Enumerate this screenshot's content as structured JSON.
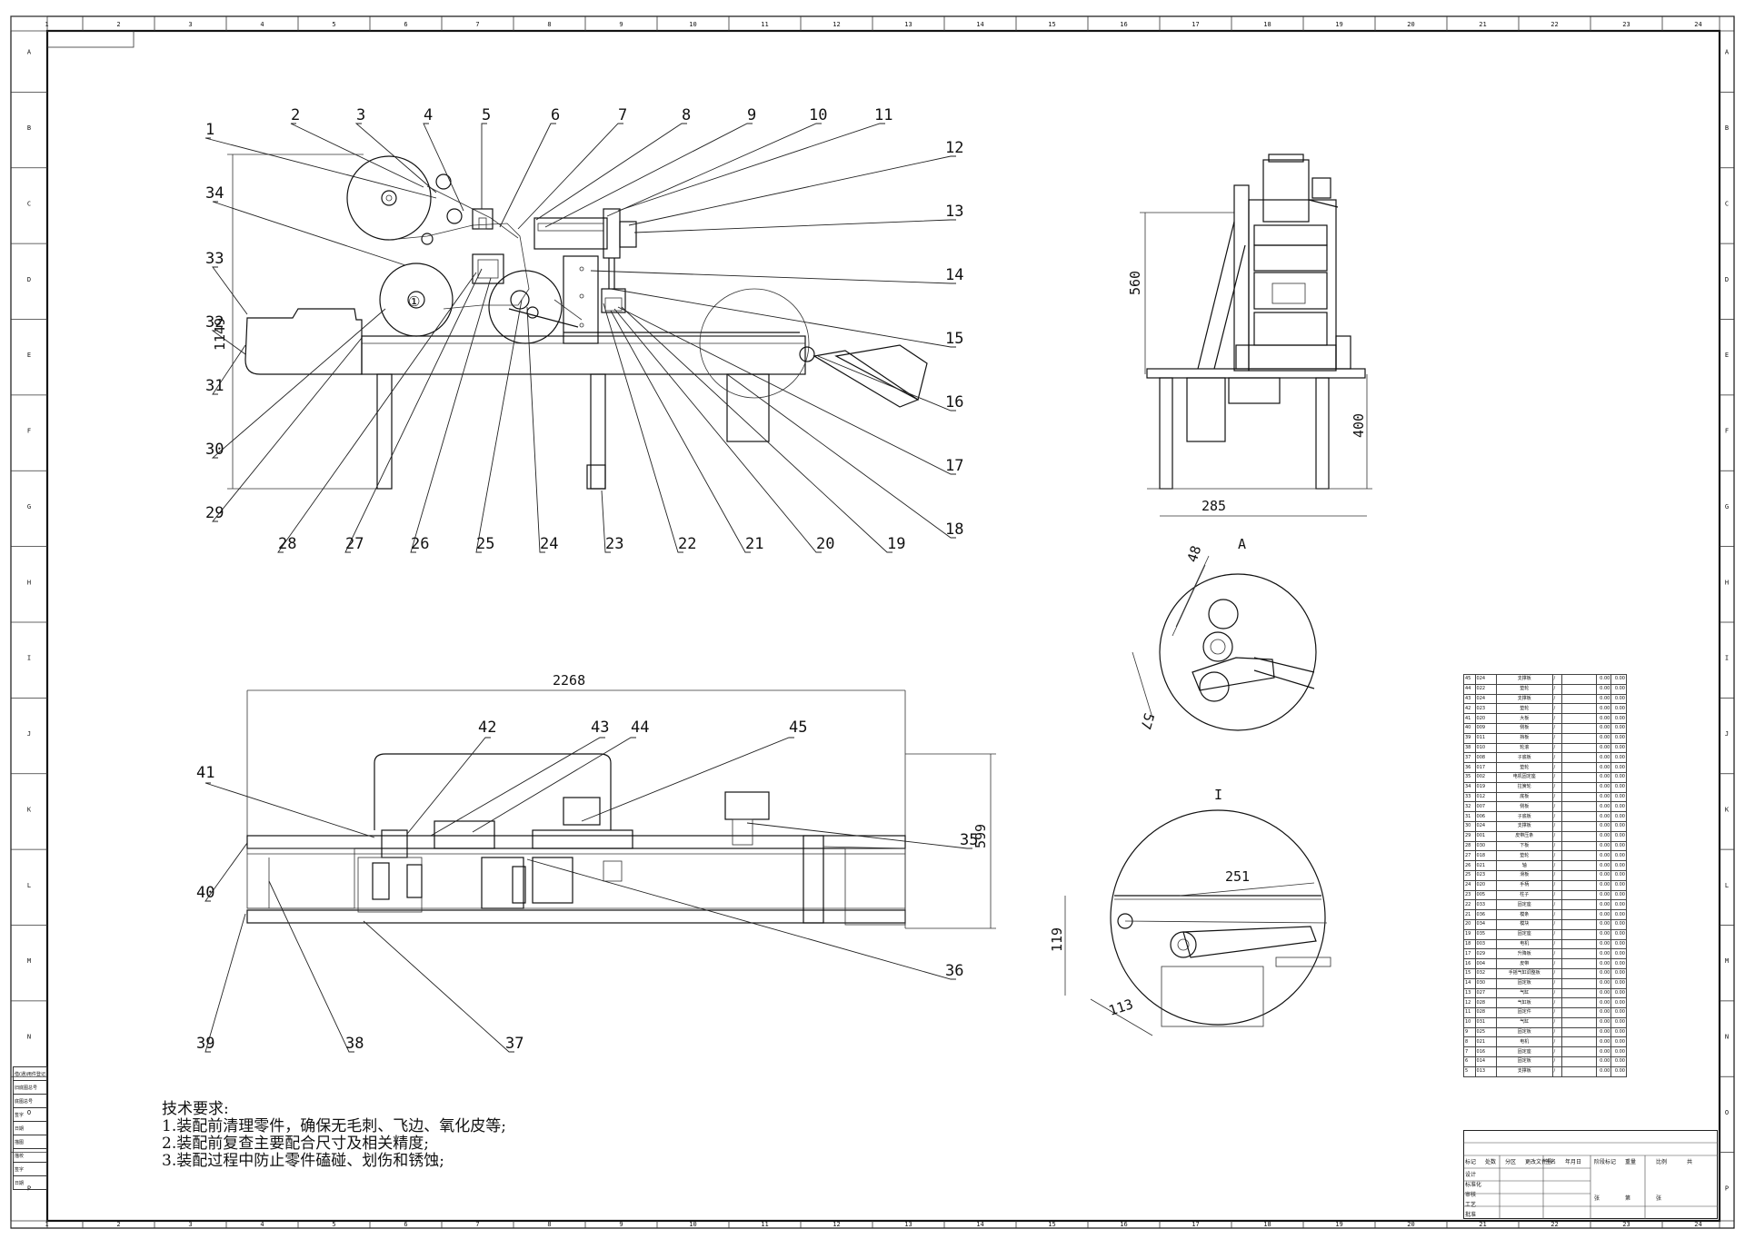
{
  "drawing": {
    "balloons": [
      "1",
      "2",
      "3",
      "4",
      "5",
      "6",
      "7",
      "8",
      "9",
      "10",
      "11",
      "12",
      "13",
      "14",
      "15",
      "16",
      "17",
      "18",
      "19",
      "20",
      "21",
      "22",
      "23",
      "24",
      "25",
      "26",
      "27",
      "28",
      "29",
      "30",
      "31",
      "32",
      "33",
      "34",
      "35",
      "36",
      "37",
      "38",
      "39",
      "40",
      "41",
      "42",
      "43",
      "44",
      "45"
    ],
    "dimensions": {
      "front_height": "1149",
      "side_height": "560",
      "side_leg": "400",
      "side_width": "285",
      "top_length": "2268",
      "top_height": "599",
      "detail_a_1": "48",
      "detail_a_2": "57",
      "detail_b_1": "251",
      "detail_b_2": "119",
      "detail_b_3": "113"
    },
    "roller_mark": "①",
    "view_labels": [
      "A",
      "I"
    ],
    "grid_top": [
      "1",
      "2",
      "3",
      "4",
      "5",
      "6",
      "7",
      "8",
      "9",
      "10",
      "11",
      "12",
      "13",
      "14",
      "15",
      "16",
      "17",
      "18",
      "19",
      "20",
      "21",
      "22",
      "23",
      "24"
    ],
    "grid_side": [
      "A",
      "B",
      "C",
      "D",
      "E",
      "F",
      "G",
      "H",
      "I",
      "J",
      "K",
      "L",
      "M",
      "N",
      "O",
      "P"
    ]
  },
  "notes": {
    "title": "技术要求:",
    "lines": [
      "1.装配前清理零件，确保无毛刺、飞边、氧化皮等;",
      "2.装配前复查主要配合尺寸及相关精度;",
      "3.装配过程中防止零件磕碰、划伤和锈蚀;"
    ]
  },
  "bom": {
    "rows": [
      [
        "45",
        "024",
        "支撑板",
        "/",
        "0.00",
        "0.00"
      ],
      [
        "44",
        "022",
        "垫轮",
        "/",
        "0.00",
        "0.00"
      ],
      [
        "43",
        "024",
        "支撑板",
        "/",
        "0.00",
        "0.00"
      ],
      [
        "42",
        "023",
        "垫轮",
        "/",
        "0.00",
        "0.00"
      ],
      [
        "41",
        "020",
        "大板",
        "/",
        "0.00",
        "0.00"
      ],
      [
        "40",
        "009",
        "侧板",
        "/",
        "0.00",
        "0.00"
      ],
      [
        "39",
        "011",
        "挡板",
        "/",
        "0.00",
        "0.00"
      ],
      [
        "38",
        "010",
        "轮滚",
        "/",
        "0.00",
        "0.00"
      ],
      [
        "37",
        "008",
        "子底板",
        "/",
        "0.00",
        "0.00"
      ],
      [
        "36",
        "017",
        "垫轮",
        "/",
        "0.00",
        "0.00"
      ],
      [
        "35",
        "002",
        "电机固定座",
        "/",
        "0.00",
        "0.00"
      ],
      [
        "34",
        "019",
        "拉簧轮",
        "/",
        "0.00",
        "0.00"
      ],
      [
        "33",
        "012",
        "底板",
        "/",
        "0.00",
        "0.00"
      ],
      [
        "32",
        "007",
        "侧板",
        "/",
        "0.00",
        "0.00"
      ],
      [
        "31",
        "006",
        "子底板",
        "/",
        "0.00",
        "0.00"
      ],
      [
        "30",
        "024",
        "支撑板",
        "/",
        "0.00",
        "0.00"
      ],
      [
        "29",
        "001",
        "皮带压条",
        "/",
        "0.00",
        "0.00"
      ],
      [
        "28",
        "030",
        "下板",
        "/",
        "0.00",
        "0.00"
      ],
      [
        "27",
        "018",
        "垫轮",
        "/",
        "0.00",
        "0.00"
      ],
      [
        "26",
        "021",
        "轴",
        "/",
        "0.00",
        "0.00"
      ],
      [
        "25",
        "023",
        "滑板",
        "/",
        "0.00",
        "0.00"
      ],
      [
        "24",
        "020",
        "手柄",
        "/",
        "0.00",
        "0.00"
      ],
      [
        "23",
        "005",
        "柱子",
        "/",
        "0.00",
        "0.00"
      ],
      [
        "22",
        "033",
        "固定座",
        "/",
        "0.00",
        "0.00"
      ],
      [
        "21",
        "036",
        "模条",
        "/",
        "0.00",
        "0.00"
      ],
      [
        "20",
        "034",
        "模块",
        "/",
        "0.00",
        "0.00"
      ],
      [
        "19",
        "035",
        "固定座",
        "/",
        "0.00",
        "0.00"
      ],
      [
        "18",
        "003",
        "电机",
        "/",
        "0.00",
        "0.00"
      ],
      [
        "17",
        "029",
        "升降板",
        "/",
        "0.00",
        "0.00"
      ],
      [
        "16",
        "004",
        "皮带",
        "/",
        "0.00",
        "0.00"
      ],
      [
        "15",
        "032",
        "手摇气缸调整板",
        "/",
        "0.00",
        "0.00"
      ],
      [
        "14",
        "030",
        "固定板",
        "/",
        "0.00",
        "0.00"
      ],
      [
        "13",
        "027",
        "气缸",
        "/",
        "0.00",
        "0.00"
      ],
      [
        "12",
        "028",
        "气缸板",
        "/",
        "0.00",
        "0.00"
      ],
      [
        "11",
        "028",
        "固定件",
        "/",
        "0.00",
        "0.00"
      ],
      [
        "10",
        "031",
        "气缸",
        "/",
        "0.00",
        "0.00"
      ],
      [
        "9",
        "025",
        "固定板",
        "/",
        "0.00",
        "0.00"
      ],
      [
        "8",
        "021",
        "电机",
        "/",
        "0.00",
        "0.00"
      ],
      [
        "7",
        "016",
        "固定座",
        "/",
        "0.00",
        "0.00"
      ],
      [
        "6",
        "014",
        "固定板",
        "/",
        "0.00",
        "0.00"
      ],
      [
        "5",
        "013",
        "支撑板",
        "/",
        "0.00",
        "0.00"
      ]
    ]
  },
  "title_block": {
    "labels": [
      "标记",
      "处数",
      "分区",
      "更改文件号",
      "签名",
      "年月日",
      "设计",
      "标准化",
      "审核",
      "工艺",
      "批准",
      "阶段标记",
      "重量",
      "比例",
      "共",
      "张",
      "第",
      "张"
    ]
  },
  "rev_table": {
    "labels": [
      "借(通)用件登记",
      "旧底图总号",
      "底图总号",
      "签字",
      "日期",
      "描图",
      "描校",
      "签字",
      "日期"
    ]
  }
}
